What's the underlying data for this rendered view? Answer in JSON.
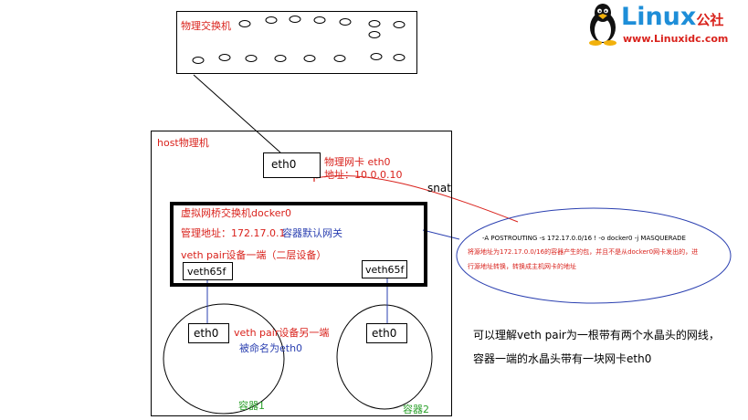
{
  "switch": {
    "label": "物理交换机"
  },
  "host": {
    "label": "host物理机",
    "nic": {
      "name": "eth0",
      "label": "物理网卡 eth0",
      "address": "地址：10.0.0.10"
    }
  },
  "snat": {
    "label": "snat"
  },
  "docker0": {
    "title": "虚拟网桥交换机docker0",
    "mgmt_prefix": "管理地址：172.17.0.1",
    "mgmt_suffix": "容器默认网关",
    "veth_note": "veth pair设备一端（二层设备）",
    "veth_left": "veth65f",
    "veth_right": "veth65f"
  },
  "containers": [
    {
      "label": "容器1",
      "nic": "eth0",
      "note_line1": "veth pair设备另一端",
      "note_line2": "被命名为eth0"
    },
    {
      "label": "容器2",
      "nic": "eth0"
    }
  ],
  "iptables": {
    "rule": "-A POSTROUTING -s 172.17.0.0/16 ! -o docker0 -j MASQUERADE",
    "explain_line1": "将源地址为172.17.0.0/16的容器产生的包，并且不是从docker0网卡发出的，进",
    "explain_line2": "行源地址转换，转换成主机网卡的地址"
  },
  "note": {
    "line1": "可以理解veth pair为一根带有两个水晶头的网线，",
    "line2": "容器一端的水晶头带有一块网卡eth0"
  },
  "logo": {
    "brand": "Linux",
    "suffix": "公社",
    "url": "www.Linuxidc.com"
  },
  "colors": {
    "red": "#d9221c",
    "blue": "#2a3fb0",
    "green": "#2aa02a",
    "logo_blue": "#1e8ed8"
  }
}
